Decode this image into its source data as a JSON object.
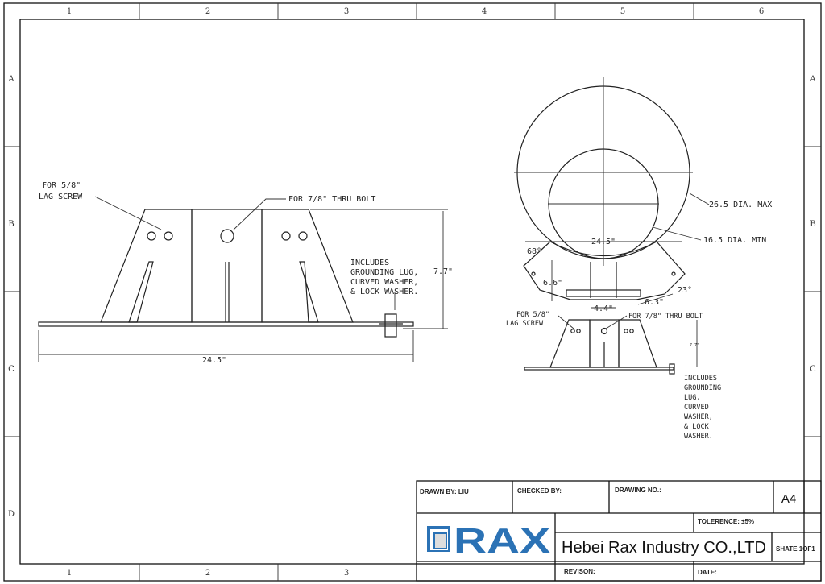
{
  "ruler": {
    "columns_top": [
      "1",
      "2",
      "3",
      "4",
      "5",
      "6"
    ],
    "columns_bottom": [
      "1",
      "2",
      "3"
    ],
    "rows": [
      "A",
      "B",
      "C",
      "D"
    ]
  },
  "side_view": {
    "lag_screw_note": [
      "FOR 5/8\"",
      "LAG SCREW"
    ],
    "thru_bolt_note": "FOR 7/8\" THRU BOLT",
    "height_dim": "7.7\"",
    "width_dim": "24.5\"",
    "includes_note": [
      "INCLUDES",
      "GROUNDING LUG,",
      "CURVED WASHER,",
      "& LOCK WASHER."
    ]
  },
  "end_view": {
    "max_dia": "26.5 DIA. MAX",
    "min_dia": "16.5 DIA. MIN",
    "width_dim": "24.5\"",
    "angle_left": "68°",
    "dim_left": "6.6\"",
    "dim_base": "4.4\"",
    "dim_right": "6.3\"",
    "angle_right": "23°"
  },
  "small_side_view": {
    "lag_screw_note": [
      "FOR 5/8\"",
      "LAG SCREW"
    ],
    "thru_bolt_note": "FOR 7/8\" THRU BOLT",
    "height_dim": "7.7\"",
    "includes_note": [
      "INCLUDES",
      "GROUNDING",
      "LUG,",
      "CURVED",
      "WASHER,",
      "& LOCK",
      "WASHER."
    ]
  },
  "title_block": {
    "drawn_by": "DRAWN BY:   LIU",
    "checked_by": "CHECKED BY:",
    "drawing_no": "DRAWING NO.:",
    "paper_size": "A4",
    "tolerance": "TOLERENCE:  ±5%",
    "logo_text": "RAX",
    "company": "Hebei Rax Industry CO.,LTD",
    "sheet": "SHATE 1OF1",
    "revision": "REVISON:",
    "date": "DATE:",
    "logo_color": "#2b72b5"
  }
}
